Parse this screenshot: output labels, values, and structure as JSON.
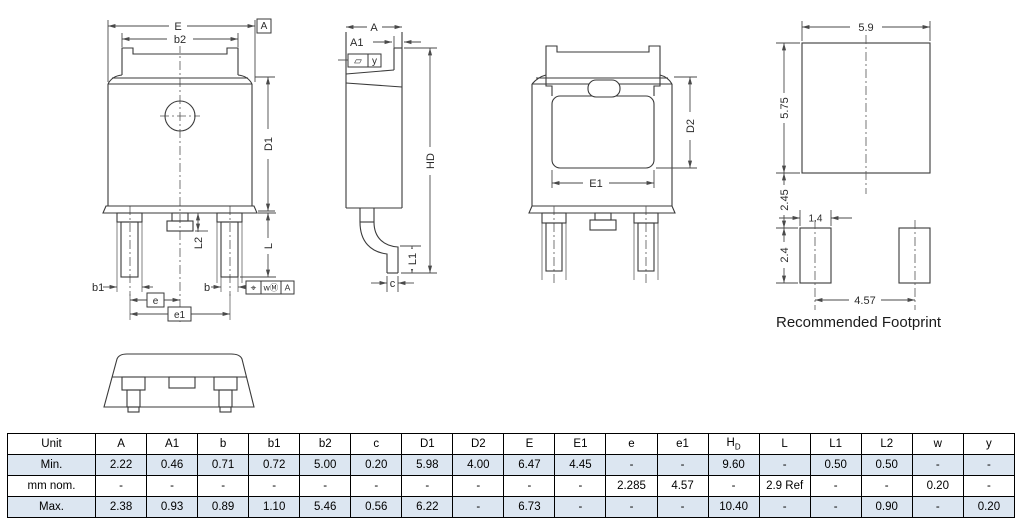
{
  "drawing": {
    "front_view": {
      "dim_E": "E",
      "dim_b2": "b2",
      "dim_D1": "D1",
      "dim_L2": "L2",
      "dim_L": "L",
      "dim_b1": "b1",
      "dim_b": "b",
      "dim_e": "e",
      "dim_e1": "e1",
      "datum": "A",
      "fcf_position_symbol": "⌖",
      "fcf_tolerance": "wⓂ",
      "fcf_datum_ref": "A"
    },
    "side_view": {
      "dim_A": "A",
      "dim_A1": "A1",
      "flatness_symbol": "▱",
      "flatness_tolerance": "y",
      "dim_HD": "HD",
      "dim_L1": "L1",
      "dim_c": "c"
    },
    "back_view": {
      "dim_D2": "D2",
      "dim_E1": "E1"
    },
    "footprint": {
      "pad_width": "5.9",
      "pad_height": "5.75",
      "pad_gap": "2.45",
      "lead_pad_width": "1.4",
      "lead_pad_height": "2.4",
      "lead_pitch": "4.57",
      "caption": "Recommended Footprint"
    }
  },
  "table": {
    "unit_header": "Unit",
    "columns": [
      "A",
      "A1",
      "b",
      "b1",
      "b2",
      "c",
      "D1",
      "D2",
      "E",
      "E1",
      "e",
      "e1",
      "H_D",
      "L",
      "L1",
      "L2",
      "w",
      "y"
    ],
    "shade_color": "#dce6f1",
    "rows": [
      {
        "label": "Min.",
        "shaded": true,
        "values": [
          "2.22",
          "0.46",
          "0.71",
          "0.72",
          "5.00",
          "0.20",
          "5.98",
          "4.00",
          "6.47",
          "4.45",
          "-",
          "-",
          "9.60",
          "-",
          "0.50",
          "0.50",
          "-",
          "-"
        ]
      },
      {
        "label": "mm nom.",
        "shaded": false,
        "values": [
          "-",
          "-",
          "-",
          "-",
          "-",
          "-",
          "-",
          "-",
          "-",
          "-",
          "2.285",
          "4.57",
          "-",
          "2.9 Ref",
          "-",
          "-",
          "0.20",
          "-"
        ]
      },
      {
        "label": "Max.",
        "shaded": true,
        "values": [
          "2.38",
          "0.93",
          "0.89",
          "1.10",
          "5.46",
          "0.56",
          "6.22",
          "-",
          "6.73",
          "-",
          "-",
          "-",
          "10.40",
          "-",
          "-",
          "0.90",
          "-",
          "0.20"
        ]
      }
    ]
  }
}
